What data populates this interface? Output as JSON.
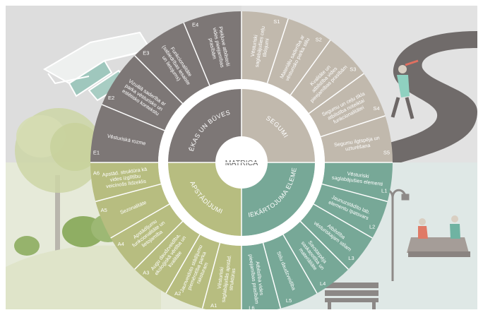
{
  "center_label": "MATRICA",
  "colors": {
    "bg_top_left": "#dddddd",
    "bg_top_right": "#e2e2e2",
    "bg_bottom_left": "#e6ead9",
    "bg_bottom_right": "#dfe8e6",
    "ekas": "#7d7776",
    "segumi": "#c1b9ad",
    "apstadijumi": "#b7bd80",
    "labiekartojuma": "#77a897",
    "divider": "#ffffff"
  },
  "sectors": [
    {
      "key": "ekas",
      "label": "ĒKAS UN BŪVES"
    },
    {
      "key": "segumi",
      "label": "SEGUMI"
    },
    {
      "key": "apstadijumi",
      "label": "APSTĀDĪJUMI"
    },
    {
      "key": "labiekartojuma",
      "label": "LABIEKĀRTOJUMA ELEMENTI"
    }
  ],
  "criteria": {
    "ekas": [
      {
        "code": "E1",
        "text": "Vēsturiskā rozme"
      },
      {
        "code": "E2",
        "text": "Vizuālā saderība ar parka vēsturisko un estētisko kontekstu"
      },
      {
        "code": "E3",
        "text": "Funkcionalitāte (sabiedrības iesaiste un lietojums)"
      },
      {
        "code": "E4",
        "text": "Piekļuve atbilstoši vides pieejamības prasībām"
      }
    ],
    "segumi": [
      {
        "code": "S1",
        "text": "Vēsturiski saglabājušies ceļu tīklojumi"
      },
      {
        "code": "S2",
        "text": "Materiālu saderība ar vēsturisko parka stilu"
      },
      {
        "code": "S3",
        "text": "Kvalitāte un atbilstība vides pieejamības prasībām"
      },
      {
        "code": "S4",
        "text": "Segumu un ceļu tīkla atbilstība noteiktai funkcionalitātei"
      },
      {
        "code": "S5",
        "text": "Segumu ilgtspēja un uzturēšana"
      }
    ],
    "apstadijumi": [
      {
        "code": "A1",
        "text": "Vēsturiski saglabājušās apstād. struktūras"
      },
      {
        "code": "A2",
        "text": "Jaunveidoto stādījumu piemērotība parka raksturam"
      },
      {
        "code": "A3",
        "text": "Augu daudzveidība, ekoloģiskā vērtība un kvalitāte"
      },
      {
        "code": "A4",
        "text": "Apstādījumu funkcionalitāte un lietojamība"
      },
      {
        "code": "A5",
        "text": "Sezonalitāte"
      },
      {
        "code": "A6",
        "text": "Apstād. struktūra kā vides izglītību veicinošs līdzeklis"
      }
    ],
    "labiekartojuma": [
      {
        "code": "L1",
        "text": "Vēsturiski saglabājušies elementi"
      },
      {
        "code": "L2",
        "text": "Jaunuzstādīto lab. elementu īpatsvars"
      },
      {
        "code": "L3",
        "text": "Atbilstība vēsturiskajam stilam"
      },
      {
        "code": "L4",
        "text": "Savstarpēja saskaņotība un materiāliāte"
      },
      {
        "code": "L5",
        "text": "Stilu daudzveidība"
      },
      {
        "code": "L6",
        "text": "Atbilstība vides pieejamības prasībām"
      }
    ]
  },
  "illustrations": [
    {
      "key": "building",
      "icon": "building-icon"
    },
    {
      "key": "path",
      "icon": "winding-path-icon"
    },
    {
      "key": "runner",
      "icon": "runner-icon"
    },
    {
      "key": "tree",
      "icon": "tree-icon"
    },
    {
      "key": "shrubs",
      "icon": "shrubs-icon"
    },
    {
      "key": "lamp",
      "icon": "street-lamp-icon"
    },
    {
      "key": "sandbox",
      "icon": "sandbox-children-icon"
    },
    {
      "key": "bench",
      "icon": "bench-icon"
    }
  ]
}
